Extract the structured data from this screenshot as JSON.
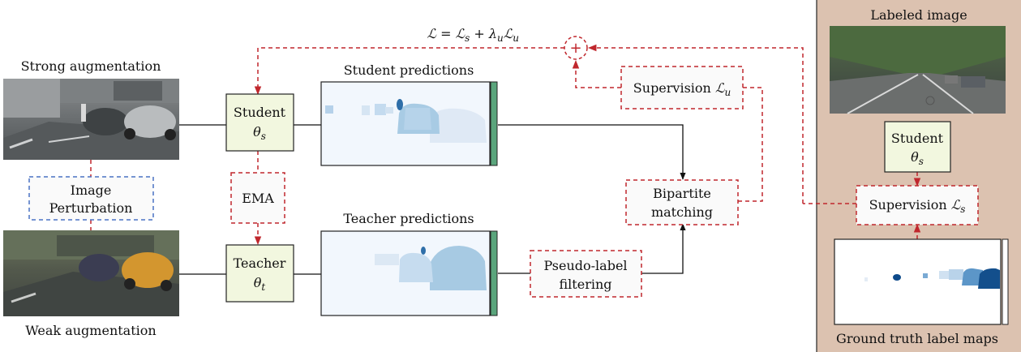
{
  "formula": {
    "l": "ℒ",
    "eq": " = ",
    "s_main": "ℒ",
    "s_sub": "s",
    "plus": " + ",
    "lambda": "λ",
    "lambda_sub": "u",
    "u_main": "ℒ",
    "u_sub": "u"
  },
  "plus_sign": "+",
  "left": {
    "strong_aug": "Strong augmentation",
    "weak_aug": "Weak augmentation",
    "perturb_line1": "Image",
    "perturb_line2": "Perturbation"
  },
  "student": {
    "name": "Student",
    "sym": "θ",
    "sub": "s"
  },
  "teacher": {
    "name": "Teacher",
    "sym": "θ",
    "sub": "t"
  },
  "ema": "EMA",
  "student_pred": "Student predictions",
  "teacher_pred": "Teacher predictions",
  "sup_u": {
    "text": "Supervision ",
    "sym": "ℒ",
    "sub": "u"
  },
  "bipartite": {
    "line1": "Bipartite",
    "line2": "matching"
  },
  "pseudo": {
    "line1": "Pseudo-label",
    "line2": "filtering"
  },
  "right": {
    "labeled_image": "Labeled image",
    "student_name": "Student",
    "student_sym": "θ",
    "student_sub": "s",
    "sup_s_text": "Supervision ",
    "sup_s_sym": "ℒ",
    "sup_s_sub": "s",
    "gt_maps": "Ground truth label maps"
  },
  "colors": {
    "red_dashed": "#c0272d",
    "blue_dashed": "#4a72c4",
    "module_fill": "#f2f7df",
    "panel_fill": "#dcc2b0",
    "green_bar": "#5aa57c",
    "pred_bg": "#f2f7fd"
  }
}
